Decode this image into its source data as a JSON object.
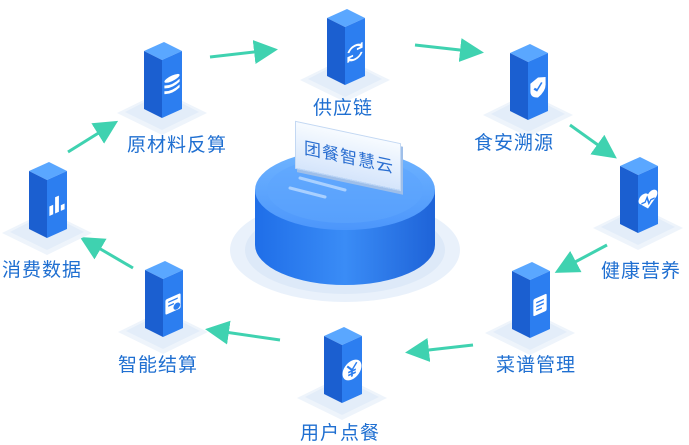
{
  "center": {
    "sign_text": "团餐智慧云"
  },
  "nodes": [
    {
      "id": "supply-chain",
      "label": "供应链",
      "icon": "refresh-icon"
    },
    {
      "id": "food-traceability",
      "label": "食安溯源",
      "icon": "shield-check-icon"
    },
    {
      "id": "health-nutrition",
      "label": "健康营养",
      "icon": "heartbeat-icon"
    },
    {
      "id": "menu-management",
      "label": "菜谱管理",
      "icon": "document-icon"
    },
    {
      "id": "user-ordering",
      "label": "用户点餐",
      "icon": "yen-icon"
    },
    {
      "id": "smart-settlement",
      "label": "智能结算",
      "icon": "invoice-icon"
    },
    {
      "id": "consumption-data",
      "label": "消费数据",
      "icon": "bar-chart-icon"
    },
    {
      "id": "raw-materials",
      "label": "原材料反算",
      "icon": "database-icon"
    }
  ],
  "colors": {
    "accent": "#1f6fd1",
    "cube_top": "#5aa7ff",
    "cube_front": "#2c7ef0",
    "cube_side": "#1b5fd0",
    "arrow": "#3fd2b0",
    "platform": "#eef4fb"
  }
}
